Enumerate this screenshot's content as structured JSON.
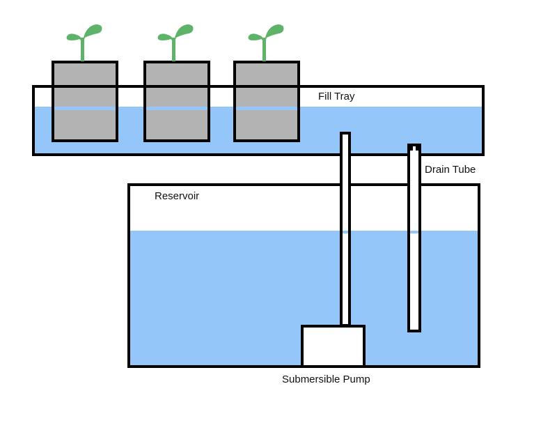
{
  "title": "Ebb and flow hydroponic system diagram",
  "labels": {
    "fill_tray": "Fill Tray",
    "drain_tube": "Drain Tube",
    "reservoir": "Reservoir",
    "pump": "Submersible Pump"
  },
  "plants": [
    {
      "name": "seedling-1"
    },
    {
      "name": "seedling-2"
    },
    {
      "name": "seedling-3"
    }
  ],
  "colors": {
    "water": "#94c6fa",
    "pot": "#b3b3b3",
    "plant": "#5fb26a",
    "outline": "#000000",
    "background": "#ffffff"
  }
}
